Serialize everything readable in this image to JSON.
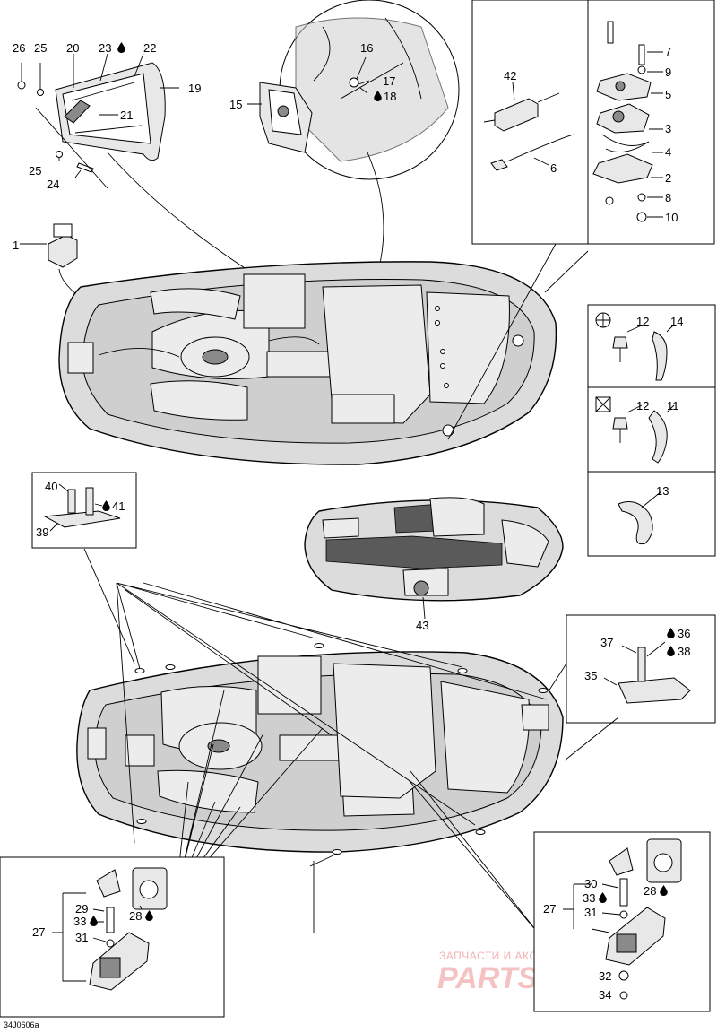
{
  "watermark": {
    "tagline": "ЗАПЧАСТИ И АКСЕССУАРЫ ДЛЯ МОТОТЕХНИКИ",
    "logo_text": "PARTSFOR.RU"
  },
  "figure_code": "34J0606a",
  "callouts": {
    "c1": "1",
    "c2": "2",
    "c3": "3",
    "c4": "4",
    "c5": "5",
    "c6": "6",
    "c7": "7",
    "c8": "8",
    "c9": "9",
    "c10": "10",
    "c11": "11",
    "c12a": "12",
    "c12b": "12",
    "c13": "13",
    "c14": "14",
    "c15": "15",
    "c16": "16",
    "c17": "17",
    "c18": "18",
    "c19": "19",
    "c20": "20",
    "c21": "21",
    "c22": "22",
    "c23": "23",
    "c24": "24",
    "c25a": "25",
    "c25b": "25",
    "c26": "26",
    "c27a": "27",
    "c27b": "27",
    "c28a": "28",
    "c28b": "28",
    "c29": "29",
    "c30": "30",
    "c31a": "31",
    "c31b": "31",
    "c32": "32",
    "c33a": "33",
    "c33b": "33",
    "c34": "34",
    "c35": "35",
    "c36": "36",
    "c37": "37",
    "c38": "38",
    "c39": "39",
    "c40": "40",
    "c41": "41",
    "c42": "42",
    "c43": "43"
  },
  "icons": {
    "adhesive": "drop-icon",
    "legend_circle": "circle-crosshair-icon",
    "legend_square": "square-x-icon"
  }
}
